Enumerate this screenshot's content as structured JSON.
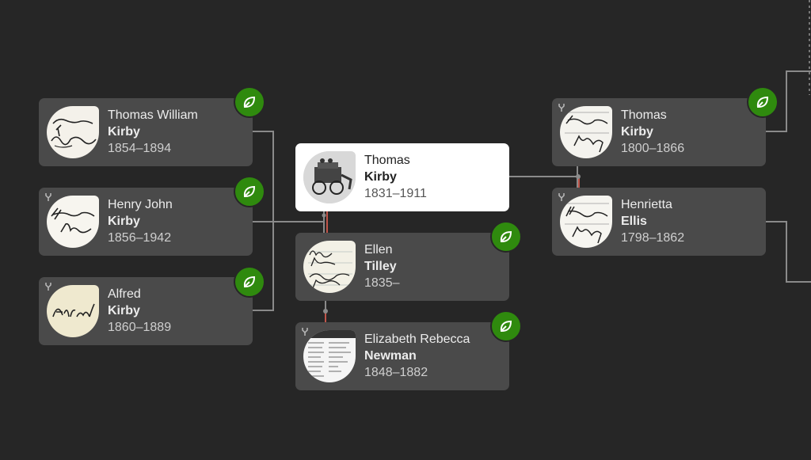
{
  "people": {
    "p1": {
      "given": "Thomas William",
      "surname": "Kirby",
      "dates": "1854–1894",
      "photo_text": "Thomas William",
      "hint": true,
      "branch": false
    },
    "p2": {
      "given": "Henry John",
      "surname": "Kirby",
      "dates": "1856–1942",
      "photo_text": "Henry John",
      "hint": true,
      "branch": true
    },
    "p3": {
      "given": "Alfred",
      "surname": "Kirby",
      "dates": "1860–1889",
      "photo_text": "Alfred",
      "hint": true,
      "branch": true
    },
    "focus": {
      "given": "Thomas",
      "surname": "Kirby",
      "dates": "1831–1911",
      "hint": false,
      "branch": false
    },
    "spouse1": {
      "given": "Ellen",
      "surname": "Tilley",
      "dates": "1835–",
      "photo_text": "Ellen Tilley previously Tilley",
      "hint": true,
      "branch": false
    },
    "spouse2": {
      "given": "Elizabeth Rebecca",
      "surname": "Newman",
      "dates": "1848–1882",
      "hint": true,
      "branch": true
    },
    "father": {
      "given": "Thomas",
      "surname": "Kirby",
      "dates": "1800–1866",
      "photo_text": "Thomas Kirby",
      "hint": true,
      "branch": true
    },
    "mother": {
      "given": "Henrietta",
      "surname": "Ellis",
      "dates": "1798–1862",
      "photo_text": "Henrietta Kirby",
      "hint": false,
      "branch": true
    }
  },
  "colors": {
    "background": "#262626",
    "card": "#4a4a4a",
    "focus_card": "#ffffff",
    "hint": "#2f8a0e",
    "line": "#8a8a8a",
    "marriage_line": "#c0554a"
  },
  "icons": {
    "hint": "leaf-hint-icon",
    "branch": "branch-icon"
  }
}
